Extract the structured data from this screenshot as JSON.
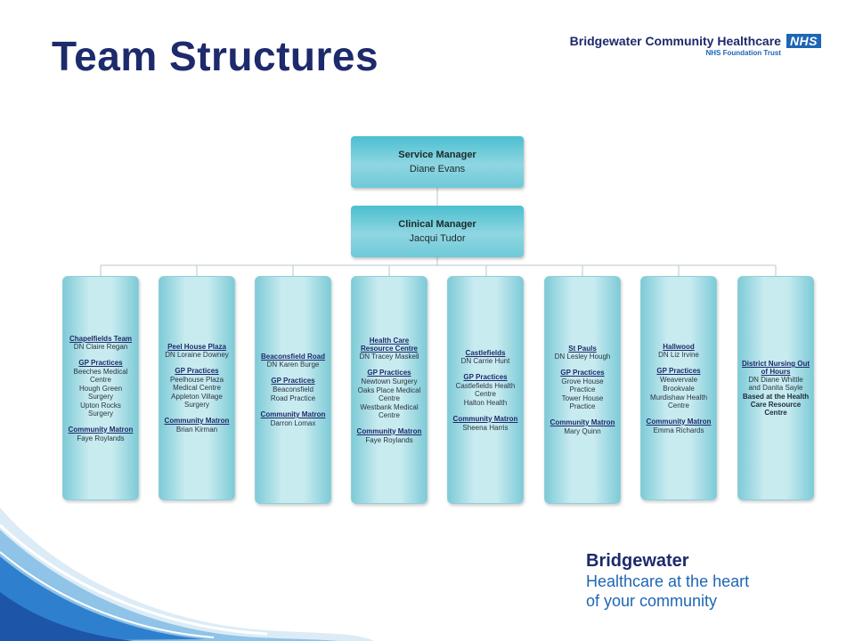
{
  "header": {
    "title": "Team Structures",
    "org_name": "Bridgewater Community Healthcare",
    "org_trust": "NHS Foundation Trust",
    "nhs_badge": "NHS"
  },
  "managers": {
    "service": {
      "role": "Service Manager",
      "name": "Diane Evans"
    },
    "clinical": {
      "role": "Clinical Manager",
      "name": "Jacqui Tudor"
    }
  },
  "teams": [
    {
      "title": "Chapelfields Team",
      "lead": "DN Claire Regan",
      "sections": [
        {
          "heading": "GP Practices",
          "lines": [
            "Beeches Medical Centre",
            "Hough Green Surgery",
            "Upton Rocks Surgery"
          ]
        },
        {
          "heading": "Community Matron",
          "lines": [
            "Faye Roylands"
          ]
        }
      ]
    },
    {
      "title": "Peel House Plaza",
      "lead": "DN Loraine Downey",
      "sections": [
        {
          "heading": "GP Practices",
          "lines": [
            "Peelhouse Plaza Medical Centre",
            "Appleton Village Surgery"
          ]
        },
        {
          "heading": "Community Matron",
          "lines": [
            "Brian Kirman"
          ]
        }
      ]
    },
    {
      "title": "Beaconsfield Road",
      "lead": "DN Karen Burge",
      "sections": [
        {
          "heading": "GP Practices",
          "lines": [
            "Beaconsfield",
            "Road Practice"
          ]
        },
        {
          "heading": "Community Matron",
          "lines": [
            "Darron Lomax"
          ]
        }
      ]
    },
    {
      "title": "Health Care Resource Centre",
      "lead": "DN Tracey Maskell",
      "sections": [
        {
          "heading": "GP Practices",
          "lines": [
            "Newtown Surgery",
            "Oaks Place Medical Centre",
            "Westbank Medical Centre"
          ]
        },
        {
          "heading": "Community Matron",
          "lines": [
            "Faye Roylands"
          ]
        }
      ]
    },
    {
      "title": "Castlefields",
      "lead": "DN Carrie Hunt",
      "sections": [
        {
          "heading": "GP Practices",
          "lines": [
            "Castlefields Health Centre",
            "Halton Health"
          ]
        },
        {
          "heading": "Community Matron",
          "lines": [
            "Sheena Harris"
          ]
        }
      ]
    },
    {
      "title": "St Pauls",
      "lead": "DN Lesley Hough",
      "sections": [
        {
          "heading": "GP Practices",
          "lines": [
            "Grove House Practice",
            "Tower House Practice"
          ]
        },
        {
          "heading": "Community Matron",
          "lines": [
            "Mary Quinn"
          ]
        }
      ]
    },
    {
      "title": "Hallwood",
      "lead": "DN Liz Irvine",
      "sections": [
        {
          "heading": "GP Practices",
          "lines": [
            "Weavervale",
            "Brookvale",
            "Murdishaw Health Centre"
          ]
        },
        {
          "heading": "Community Matron",
          "lines": [
            "Emma Richards"
          ]
        }
      ]
    },
    {
      "title": "District Nursing Out of Hours",
      "lead": "DN Diane Whittle and Danita Sayle",
      "note": "Based at the Health Care Resource Centre",
      "sections": []
    }
  ],
  "footer": {
    "brand": "Bridgewater",
    "tagline_1": "Healthcare at the heart",
    "tagline_2": "of your community"
  },
  "colors": {
    "title_navy": "#1d2a6b",
    "nhs_blue": "#1d66b5",
    "box_teal": "#4bbfd0",
    "card_light": "#c8ebf0"
  }
}
